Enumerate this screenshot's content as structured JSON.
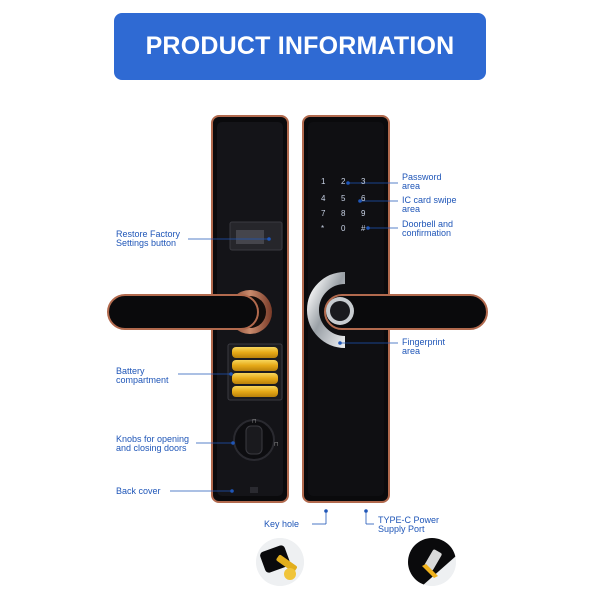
{
  "banner": {
    "title": "PRODUCT INFORMATION"
  },
  "colors": {
    "banner": "#2f6ad3",
    "label_text": "#1f56b8",
    "lock_body": "#0a0a0c",
    "copper_trim": "#b26a4e",
    "battery": "#e9b422"
  },
  "callouts_left": {
    "restore": [
      "Restore Factory",
      "Settings button"
    ],
    "battery": [
      "Battery",
      "compartment"
    ],
    "knobs": [
      "Knobs for opening",
      "and closing doors"
    ],
    "back_cover": [
      "Back cover"
    ]
  },
  "callouts_right": {
    "password": [
      "Password",
      "area"
    ],
    "ic_card": [
      "IC card swipe",
      "area"
    ],
    "doorbell": [
      "Doorbell and",
      "confirmation"
    ],
    "fingerprint": [
      "Fingerprint",
      "area"
    ]
  },
  "callouts_bottom": {
    "key_hole": [
      "Key hole"
    ],
    "type_c": [
      "TYPE-C Power",
      "Supply Port"
    ]
  },
  "keypad": [
    "1",
    "2",
    "3",
    "4",
    "5",
    "6",
    "7",
    "8",
    "9",
    "*",
    "0",
    "#"
  ],
  "icons": [
    "key-icon",
    "usb-c-icon",
    "bell-icon"
  ]
}
